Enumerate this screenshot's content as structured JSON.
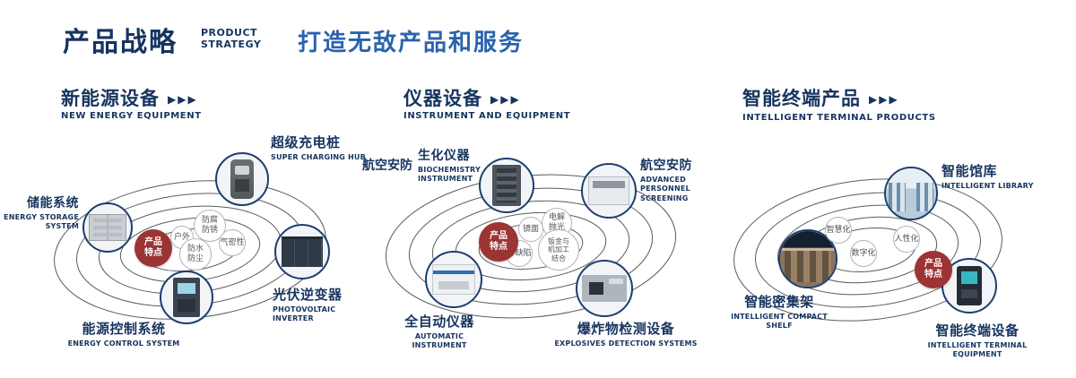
{
  "colors": {
    "navy": "#16345f",
    "blue": "#2a63ad",
    "maroon": "#9c3434"
  },
  "arrow_glyph": "▶▶▶",
  "header": {
    "title": "产品战略",
    "subtitle_line1": "PRODUCT",
    "subtitle_line2": "STRATEGY",
    "tagline": "打造无敌产品和服务"
  },
  "sections": [
    {
      "title": "新能源设备",
      "subtitle": "NEW ENERGY EQUIPMENT",
      "center_label": "产品特点",
      "features": [
        "防腐防锈",
        "户外",
        "气密性",
        "防水防尘"
      ],
      "products": [
        {
          "name": "超级充电桩",
          "en": "SUPER CHARGING HUB"
        },
        {
          "name": "储能系统",
          "en": "ENERGY STORAGE SYSTEM"
        },
        {
          "name": "光伏逆变器",
          "en": "PHOTOVOLTAIC INVERTER"
        },
        {
          "name": "能源控制系统",
          "en": "ENERGY CONTROL SYSTEM"
        }
      ]
    },
    {
      "title": "仪器设备",
      "subtitle": "INSTRUMENT AND EQUIPMENT",
      "center_label": "产品特点",
      "side_label": "航空安防",
      "features": [
        "镜面",
        "电解抛光",
        "零缺陷",
        "钣金与机加工结合"
      ],
      "products": [
        {
          "name": "生化仪器",
          "en": "BIOCHEMISTRY INSTRUMENT"
        },
        {
          "name": "航空安防",
          "en": "ADVANCED PERSONNEL SCREENING"
        },
        {
          "name": "全自动仪器",
          "en": "AUTOMATIC INSTRUMENT"
        },
        {
          "name": "爆炸物检测设备",
          "en": "EXPLOSIVES DETECTION SYSTEMS"
        }
      ]
    },
    {
      "title": "智能终端产品",
      "subtitle": "INTELLIGENT TERMINAL PRODUCTS",
      "center_label": "产品特点",
      "features": [
        "智慧化",
        "人性化",
        "数字化"
      ],
      "products": [
        {
          "name": "智能馆库",
          "en": "INTELLIGENT LIBRARY"
        },
        {
          "name": "智能密集架",
          "en": "INTELLIGENT COMPACT SHELF"
        },
        {
          "name": "智能终端设备",
          "en": "INTELLIGENT TERMINAL EQUIPMENT"
        }
      ]
    }
  ]
}
